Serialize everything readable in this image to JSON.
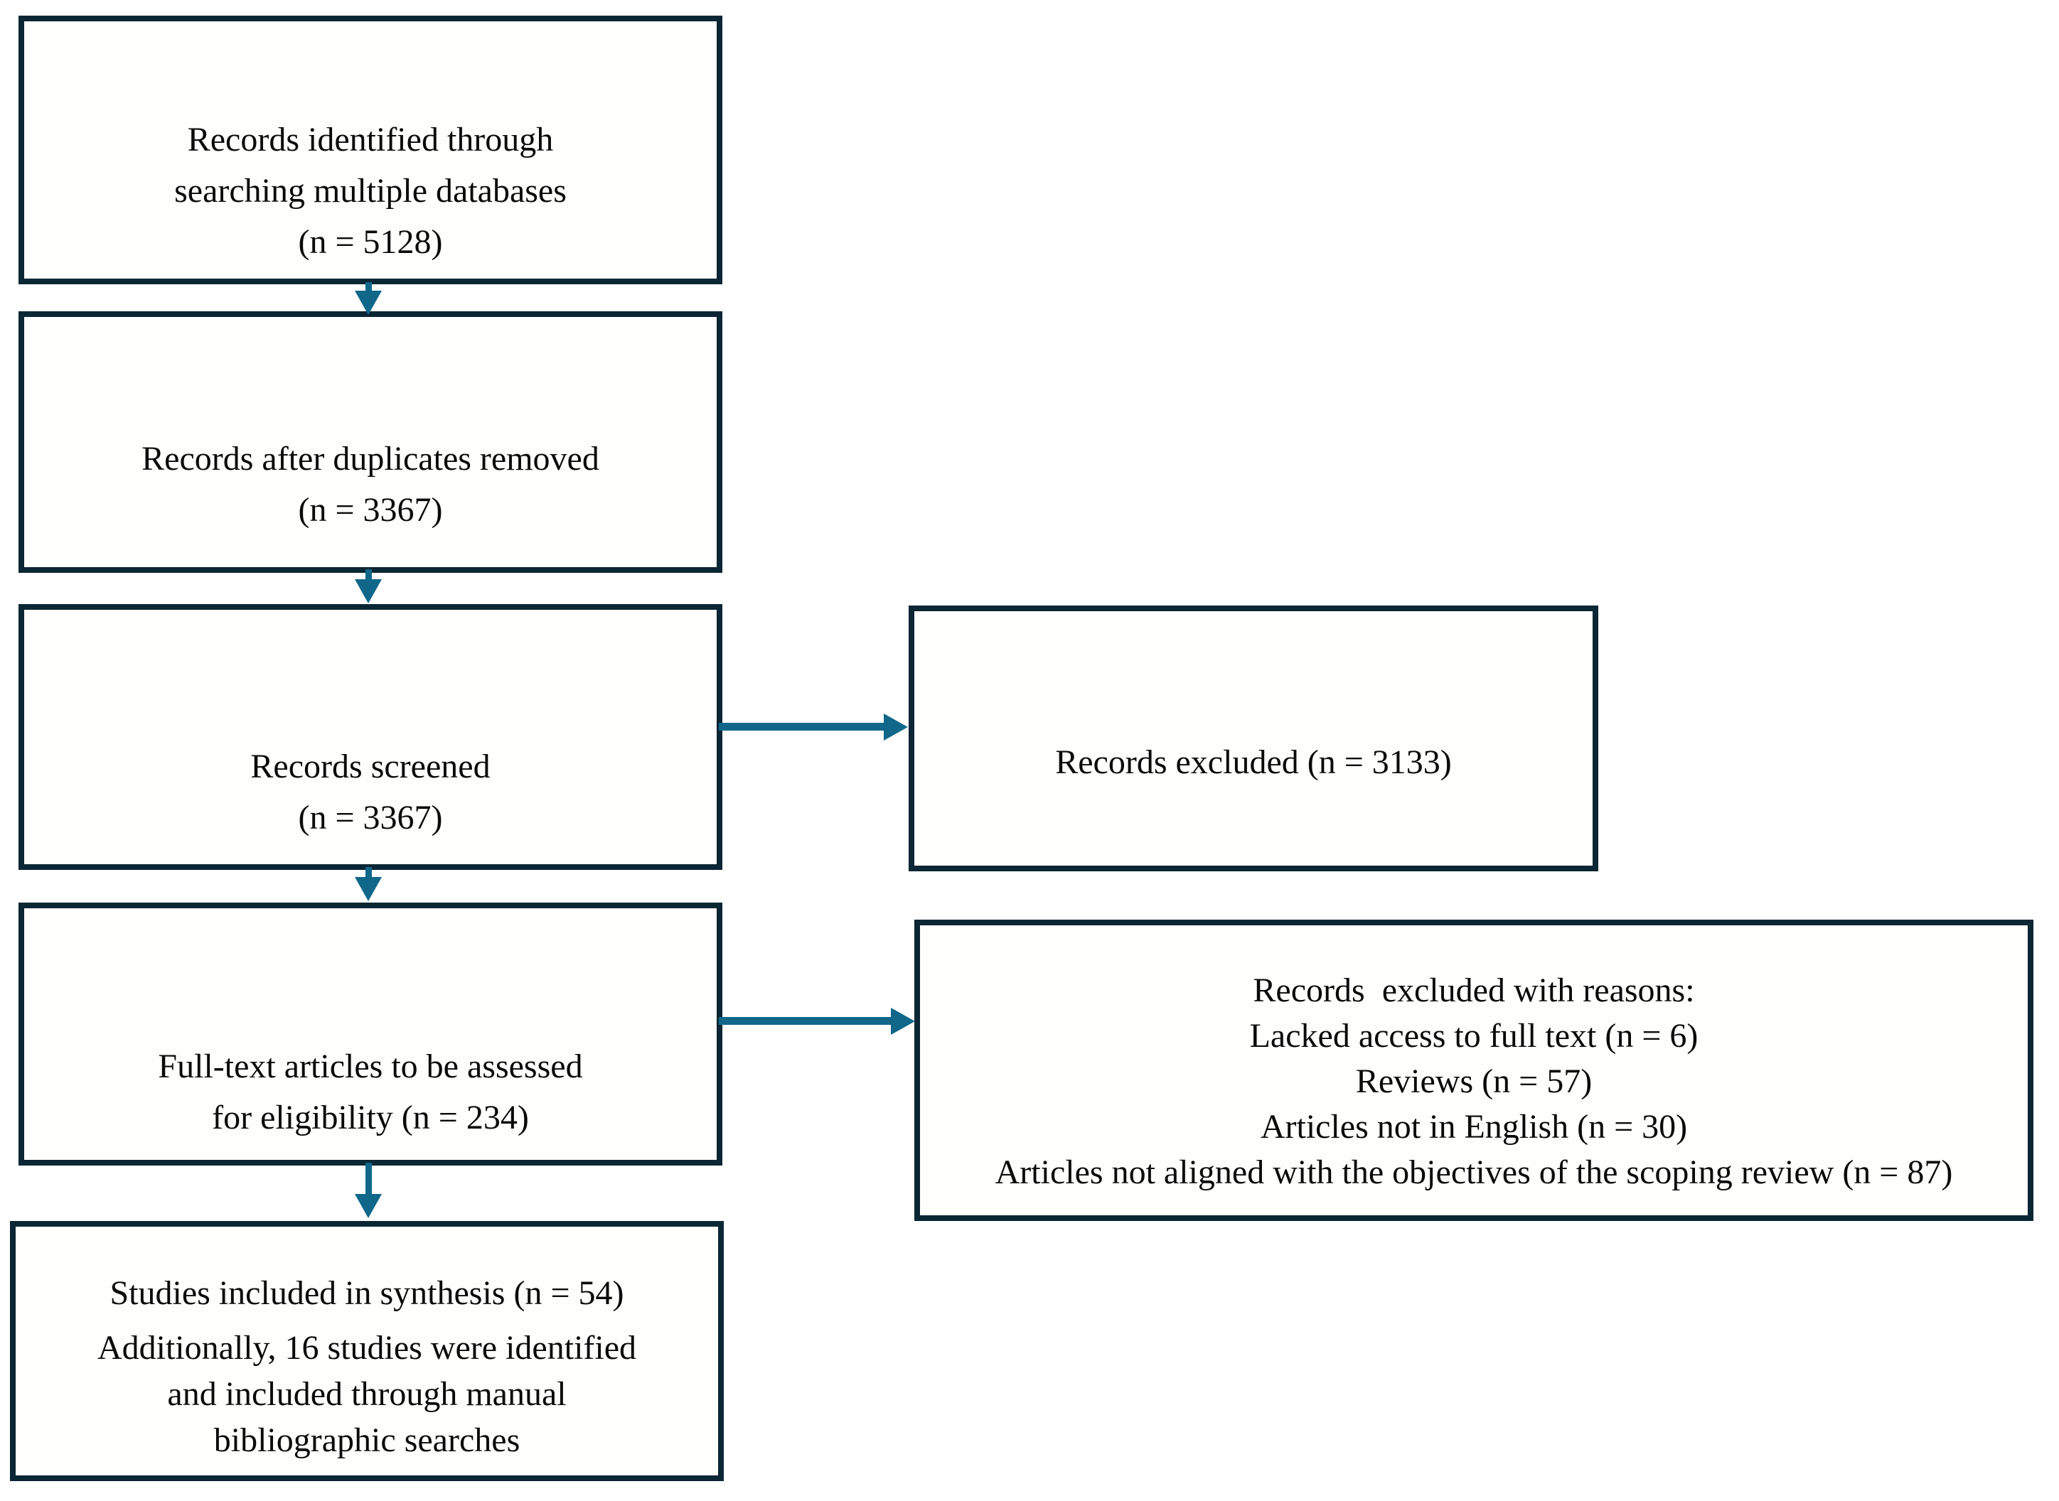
{
  "colors": {
    "border": "#0b2634",
    "arrow": "#10678a",
    "text": "#0a0a0a",
    "background": "#ffffff",
    "box_fill": "#fefefd"
  },
  "flowchart": {
    "boxes": {
      "identified": {
        "lines": [
          "Records identified through",
          "searching multiple databases",
          "(n = 5128)"
        ]
      },
      "deduplicated": {
        "lines": [
          "Records after duplicates removed",
          "(n = 3367)"
        ]
      },
      "screened": {
        "lines": [
          "Records screened",
          "(n = 3367)"
        ]
      },
      "excluded_screening": {
        "lines": [
          "Records excluded (n = 3133)"
        ]
      },
      "fulltext": {
        "lines": [
          "Full-text articles to be assessed",
          "for eligibility (n = 234)"
        ]
      },
      "excluded_reasons": {
        "lines": [
          "Records  excluded with reasons:",
          "Lacked access to full text (n = 6)",
          "Reviews (n = 57)",
          "Articles not in English (n = 30)",
          "Articles not aligned with the objectives of the scoping review (n = 87)"
        ]
      },
      "included": {
        "lines": [
          "Studies included in synthesis (n = 54)",
          "Additionally, 16 studies were identified",
          "and included through manual",
          "bibliographic searches"
        ]
      }
    },
    "counts": {
      "records_identified": 5128,
      "records_after_duplicates_removed": 3367,
      "records_screened": 3367,
      "records_excluded": 3133,
      "fulltext_assessed": 234,
      "excluded_lacked_access": 6,
      "excluded_reviews": 57,
      "excluded_not_english": 30,
      "excluded_not_aligned": 87,
      "studies_included_synthesis": 54,
      "studies_added_manual_search": 16
    }
  }
}
